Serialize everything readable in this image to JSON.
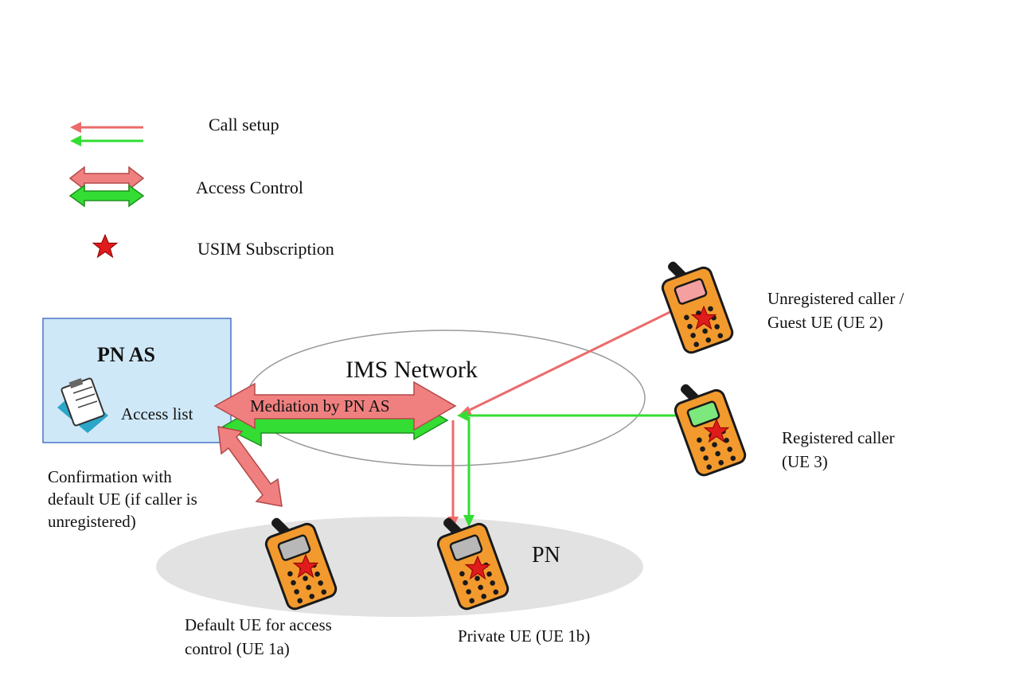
{
  "legend": {
    "call_setup": "Call setup",
    "access_control": "Access Control",
    "usim_subscription": "USIM Subscription"
  },
  "pn_as": {
    "title": "PN AS",
    "access_list": "Access list"
  },
  "ims_network": {
    "label": "IMS Network",
    "mediation": "Mediation by PN AS"
  },
  "pn": {
    "label": "PN"
  },
  "confirmation": {
    "lines": [
      "Confirmation with",
      "default UE (if caller is",
      "unregistered)"
    ]
  },
  "ue_unregistered": {
    "lines": [
      "Unregistered caller /",
      "Guest UE (UE 2)"
    ]
  },
  "ue_registered": {
    "lines": [
      "Registered caller",
      "(UE 3)"
    ]
  },
  "ue_default": {
    "lines": [
      "Default UE for access",
      "control (UE 1a)"
    ]
  },
  "ue_private": {
    "label": "Private UE (UE 1b)"
  },
  "colors": {
    "call_red": "#ec6b6b",
    "call_green": "#33dd33",
    "access_red": "#f08080",
    "access_green": "#33dd33",
    "star": "#e01b1b",
    "pn_as_fill": "#cfe8f7",
    "pn_as_stroke": "#4a74c9",
    "pn_cloud": "#e2e2e2",
    "phone_orange": "#f29a2e",
    "screen_gray": "#b8b8b8",
    "screen_pink": "#f5a0a0",
    "screen_green": "#7de87d"
  }
}
